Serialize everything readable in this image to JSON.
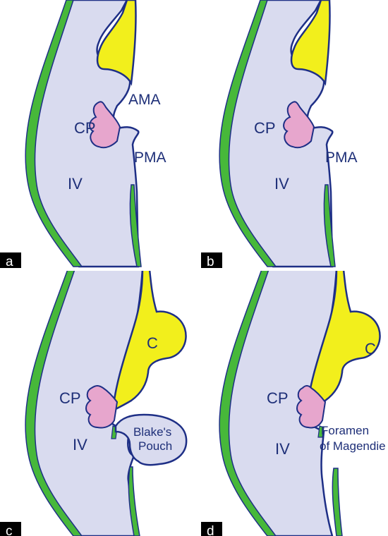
{
  "colors": {
    "ventricle_fill": "#d9dbef",
    "outline": "#1e2f86",
    "pia_green": "#47b83a",
    "vermis_yellow": "#f2ef1c",
    "choroid_pink": "#e7a6cd",
    "panel_letter_box": "#000000",
    "panel_letter_text": "#ffffff",
    "divider": "#ffffff"
  },
  "panels": [
    {
      "letter": "a",
      "labels": {
        "cp": "CP",
        "iv": "IV",
        "ama": "AMA",
        "pma": "PMA"
      }
    },
    {
      "letter": "b",
      "labels": {
        "cp": "CP",
        "iv": "IV",
        "pma": "PMA"
      }
    },
    {
      "letter": "c",
      "labels": {
        "cp": "CP",
        "iv": "IV",
        "c": "C",
        "pouch_line1": "Blake's",
        "pouch_line2": "Pouch"
      }
    },
    {
      "letter": "d",
      "labels": {
        "cp": "CP",
        "iv": "IV",
        "c": "C",
        "foramen_line1": "Foramen",
        "foramen_line2": "of Magendie"
      }
    }
  ]
}
